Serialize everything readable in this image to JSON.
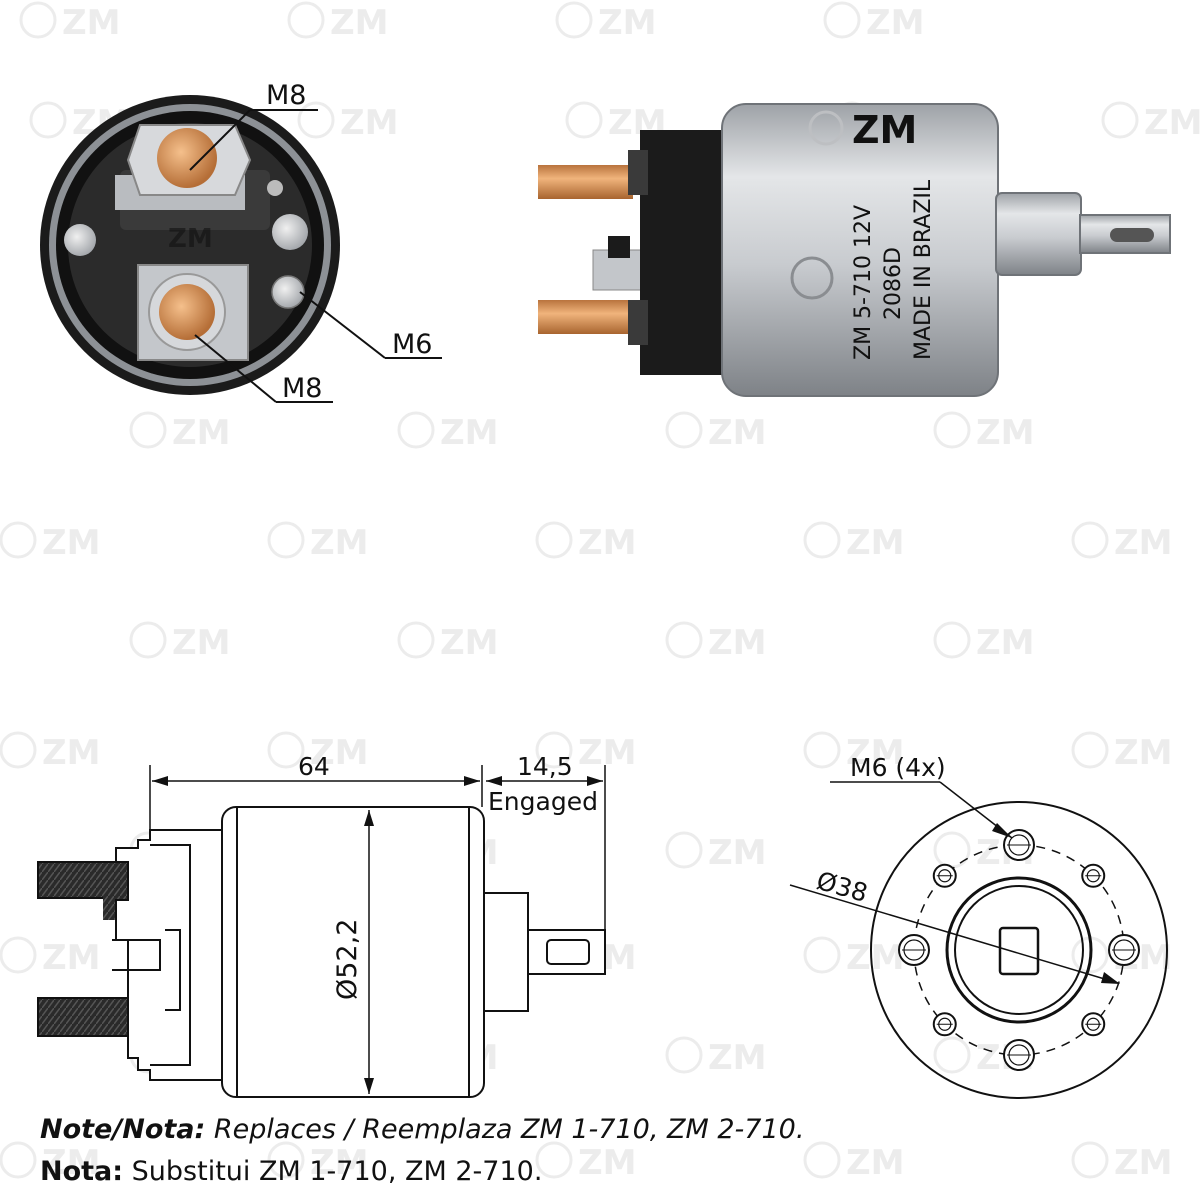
{
  "watermark": {
    "text": "ZM"
  },
  "photo_front": {
    "callouts": [
      {
        "id": "top",
        "text": "M8"
      },
      {
        "id": "bottom",
        "text": "M8"
      },
      {
        "id": "small",
        "text": "M6"
      }
    ]
  },
  "photo_side": {
    "body_text": [
      "ZM 5-710 12V",
      "2086D",
      "MADE IN BRAZIL"
    ],
    "brand": "ZM"
  },
  "drawing_side": {
    "length_label": "64",
    "stroke_label": "14,5",
    "stroke_caption": "Engaged",
    "diameter_label": "Ø52,2"
  },
  "drawing_end": {
    "holes_label": "M6 (4x)",
    "bolt_circle_label": "Ø38"
  },
  "notes": {
    "line1_bold": "Note/Nota:",
    "line1_text": " Replaces / Reemplaza ZM 1-710, ZM 2-710.",
    "line2_bold": "Nota:",
    "line2_text": " Substitui ZM 1-710, ZM 2-710."
  },
  "colors": {
    "copper": "#d9965a",
    "steel": "#c9ccd0",
    "black": "#1b1b1b",
    "line": "#111111",
    "watermark": "#ececec"
  }
}
